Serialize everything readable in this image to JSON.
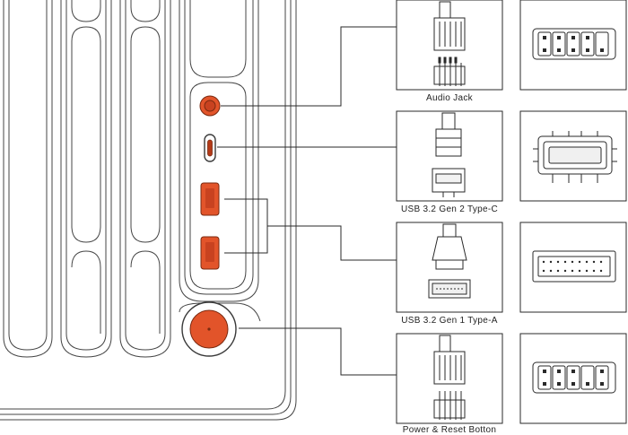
{
  "ports": [
    {
      "id": "audio-jack",
      "label": "Audio Jack"
    },
    {
      "id": "usb-c",
      "label": "USB 3.2 Gen 2 Type-C"
    },
    {
      "id": "usb-a",
      "label": "USB 3.2 Gen 1 Type-A"
    },
    {
      "id": "power-reset",
      "label": "Power & Reset Botton"
    }
  ],
  "colors": {
    "accent": "#e2542a",
    "accent_dark": "#b43a18",
    "line": "#2a2a2a",
    "outline": "#444444"
  }
}
